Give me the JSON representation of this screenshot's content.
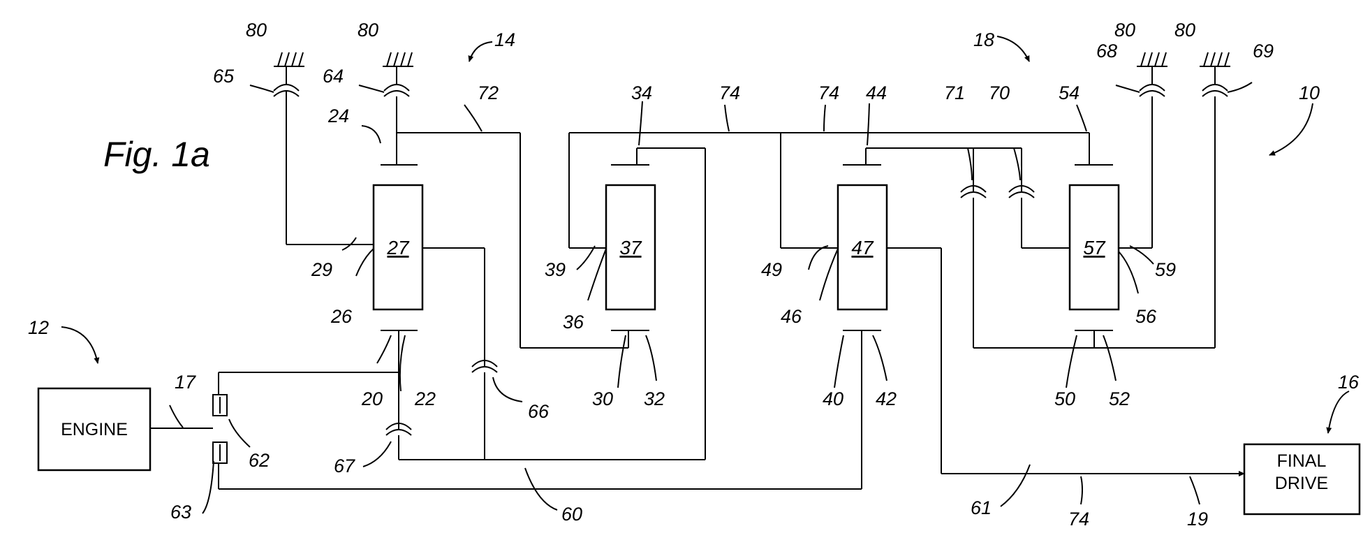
{
  "figure": {
    "title": "Fig. 1a",
    "blocks": {
      "engine": "ENGINE",
      "final_drive_line1": "FINAL",
      "final_drive_line2": "DRIVE"
    },
    "gearsets": {
      "g27": "27",
      "g37": "37",
      "g47": "47",
      "g57": "57"
    },
    "refs": {
      "r80a": "80",
      "r80b": "80",
      "r80c": "80",
      "r80d": "80",
      "r65": "65",
      "r64": "64",
      "r14": "14",
      "r72": "72",
      "r34": "34",
      "r74a": "74",
      "r74b": "74",
      "r74c": "74",
      "r44": "44",
      "r18": "18",
      "r71": "71",
      "r70": "70",
      "r54": "54",
      "r68": "68",
      "r69": "69",
      "r10": "10",
      "r24": "24",
      "r29": "29",
      "r26": "26",
      "r39": "39",
      "r36": "36",
      "r49": "49",
      "r46": "46",
      "r59": "59",
      "r56": "56",
      "r12": "12",
      "r20": "20",
      "r22": "22",
      "r30": "30",
      "r32": "32",
      "r40": "40",
      "r42": "42",
      "r50": "50",
      "r52": "52",
      "r17": "17",
      "r62": "62",
      "r63": "63",
      "r66": "66",
      "r67": "67",
      "r60": "60",
      "r61": "61",
      "r19": "19",
      "r16": "16"
    }
  }
}
